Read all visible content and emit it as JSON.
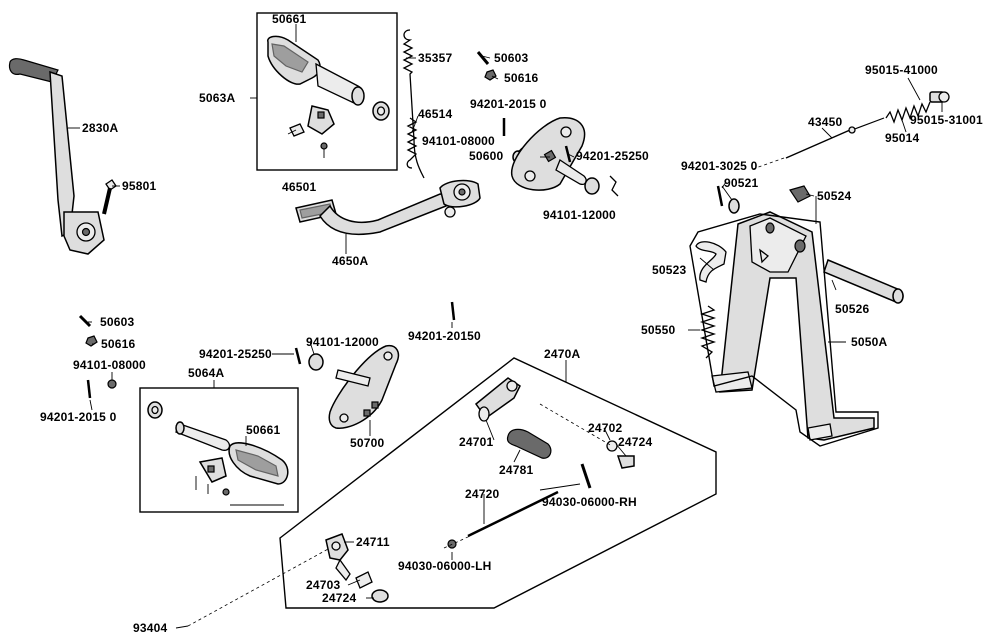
{
  "diagram": {
    "labels": {
      "p50661a": "50661",
      "p35357": "35357",
      "p50603a": "50603",
      "p50616a": "50616",
      "p95015_41000": "95015-41000",
      "p5063A": "5063A",
      "p2830A": "2830A",
      "p46514": "46514",
      "p94201_20150a": "94201-2015 0",
      "p94101_08000a": "94101-08000",
      "p50600": "50600",
      "p94201_25250a": "94201-25250",
      "p43450": "43450",
      "p95014": "95014",
      "p95015_31001": "95015-31001",
      "p94201_30250": "94201-3025 0",
      "p90521": "90521",
      "p50524": "50524",
      "p95801": "95801",
      "p46501": "46501",
      "p94101_12000a": "94101-12000",
      "p4650A": "4650A",
      "p50523": "50523",
      "p50526": "50526",
      "p50603b": "50603",
      "p50616b": "50616",
      "p94101_08000b": "94101-08000",
      "p5064A": "5064A",
      "p94201_20150b": "94201-2015 0",
      "p94201_25250b": "94201-25250",
      "p94101_12000b": "94101-12000",
      "p94201_20150c": "94201-20150",
      "p2470A": "2470A",
      "p50550": "50550",
      "p5050A": "5050A",
      "p50661b": "50661",
      "p50700": "50700",
      "p24702": "24702",
      "p24724a": "24724",
      "p24701": "24701",
      "p24781": "24781",
      "p24720": "24720",
      "p94030_RH": "94030-06000-RH",
      "p24711": "24711",
      "p94030_LH": "94030-06000-LH",
      "p24703": "24703",
      "p24724b": "24724",
      "p93404": "93404"
    }
  }
}
